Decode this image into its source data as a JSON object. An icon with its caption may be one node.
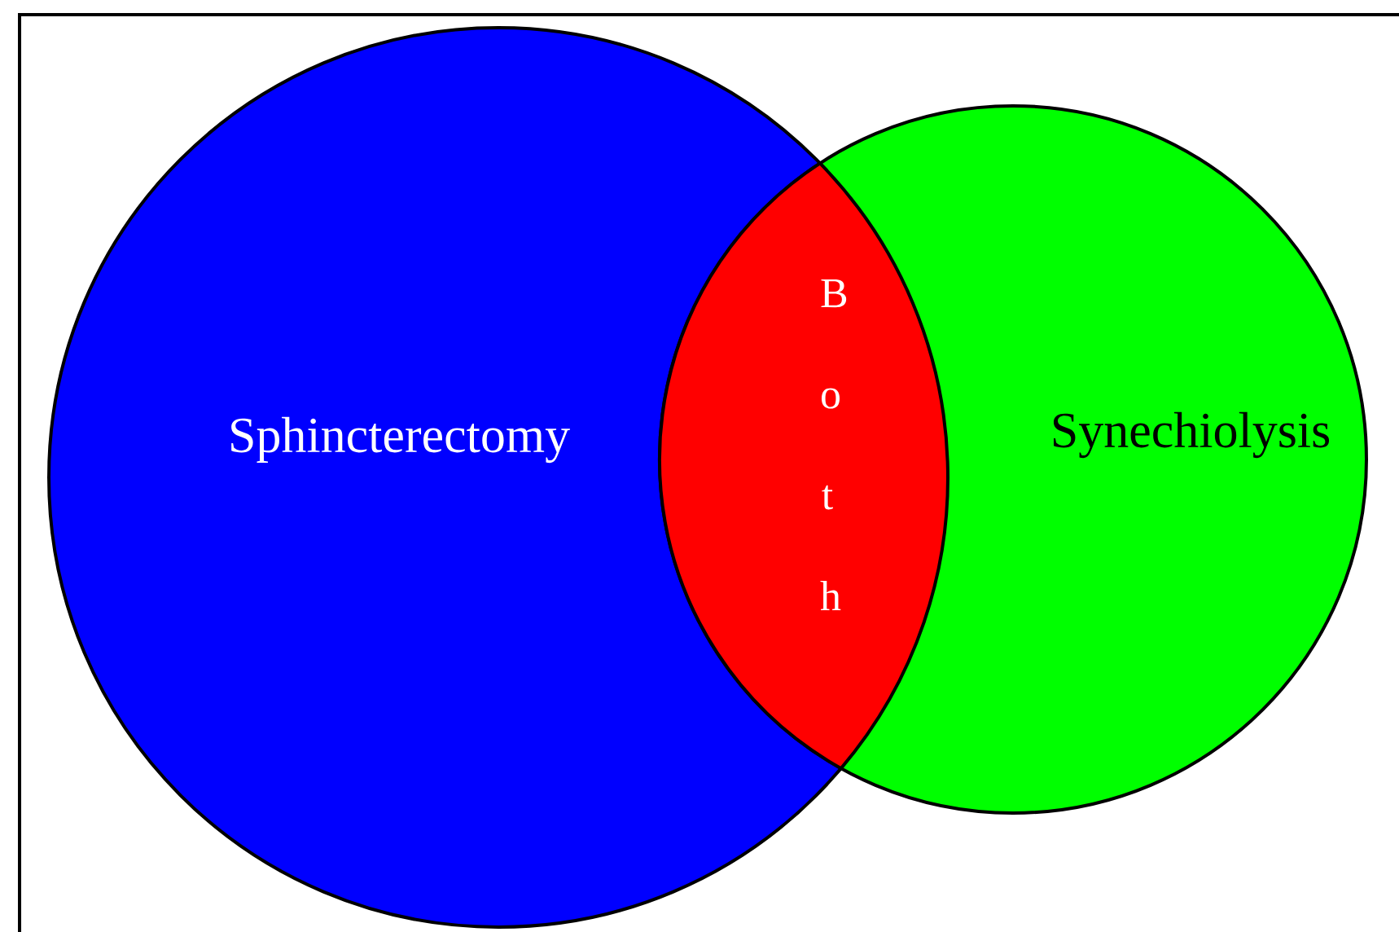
{
  "diagram": {
    "nodes": [
      {
        "text": [
          "Sphincterectomy"
        ]
      },
      {
        "text": [
          "Synechiolysis"
        ]
      },
      {
        "text": [
          "Both"
        ]
      }
    ]
  }
}
